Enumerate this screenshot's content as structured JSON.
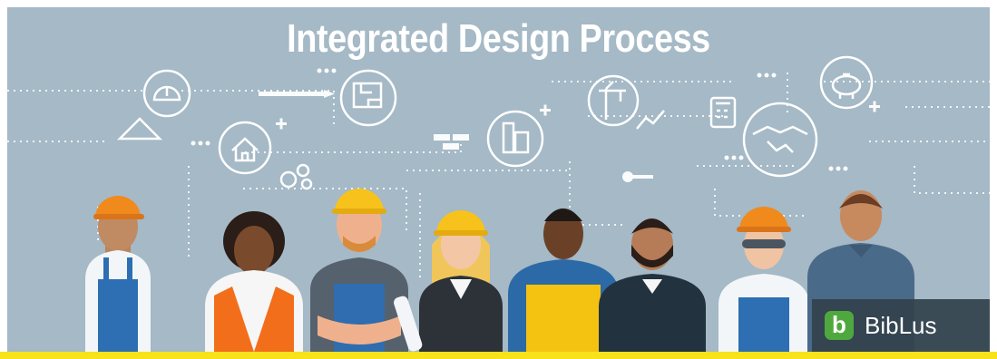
{
  "banner": {
    "title": "Integrated Design Process",
    "brand": "BibLus",
    "brand_mark": "b"
  },
  "colors": {
    "background": "#a5b9c6",
    "accent_bar": "#f7e21c",
    "brand_green": "#4fa83d",
    "icon_stroke": "#ffffff"
  },
  "icons": [
    "helmet-icon",
    "blueprint-icon",
    "house-icon",
    "buildings-icon",
    "crane-icon",
    "calculator-icon",
    "handshake-icon",
    "piggy-bank-icon",
    "gears-icon",
    "bricks-icon",
    "key-icon",
    "chart-icon",
    "ruler-icon"
  ],
  "workers": [
    "worker-orange-helmet",
    "worker-orange-vest",
    "worker-yellow-helmet-beard",
    "worker-blonde-plans",
    "worker-yellow-overalls",
    "worker-bearded-sweater",
    "worker-goggles",
    "worker-blue-shirt"
  ]
}
